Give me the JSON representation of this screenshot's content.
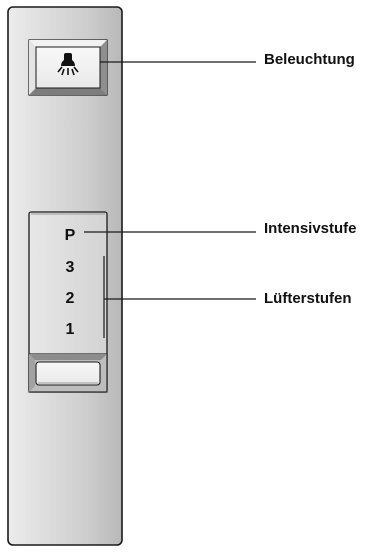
{
  "control_panel": {
    "light_button_icon": "lamp-icon",
    "fan_levels": [
      "P",
      "3",
      "2",
      "1"
    ],
    "slider_knob": "fan-slider-knob"
  },
  "callouts": {
    "lighting": "Beleuchtung",
    "intensive_level": "Intensivstufe",
    "fan_levels": "Lüfterstufen"
  },
  "colors": {
    "panel_light": "#ececec",
    "panel_dark": "#a9a9a9",
    "outline": "#1a1a1a"
  }
}
